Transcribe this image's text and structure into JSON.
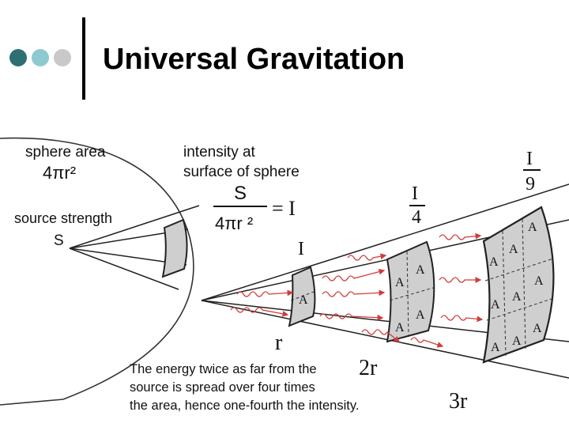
{
  "header": {
    "title": "Universal Gravitation",
    "dot_colors": [
      "#2f6f73",
      "#8ec9cf",
      "#c9c9c9"
    ]
  },
  "diagram": {
    "sphere_area_label": "sphere area",
    "sphere_area_formula": "4πr²",
    "source_strength_label": "source strength",
    "source_symbol": "S",
    "intensity_label_line1": "intensity at",
    "intensity_label_line2": "surface of sphere",
    "formula_numerator": "S",
    "formula_denominator": "4πr ²",
    "formula_result": "= I",
    "intensity_1": "I",
    "intensity_2_num": "I",
    "intensity_2_den": "4",
    "intensity_3_num": "I",
    "intensity_3_den": "9",
    "distance_1": "r",
    "distance_2": "2r",
    "distance_3": "3r",
    "area_symbol": "A",
    "caption_line1": "The energy twice as far from the",
    "caption_line2": "source is spread over four times",
    "caption_line3": "the area, hence one-fourth the intensity.",
    "patch_fill": "#cfcfcf",
    "wave_color": "#d23b3b"
  }
}
